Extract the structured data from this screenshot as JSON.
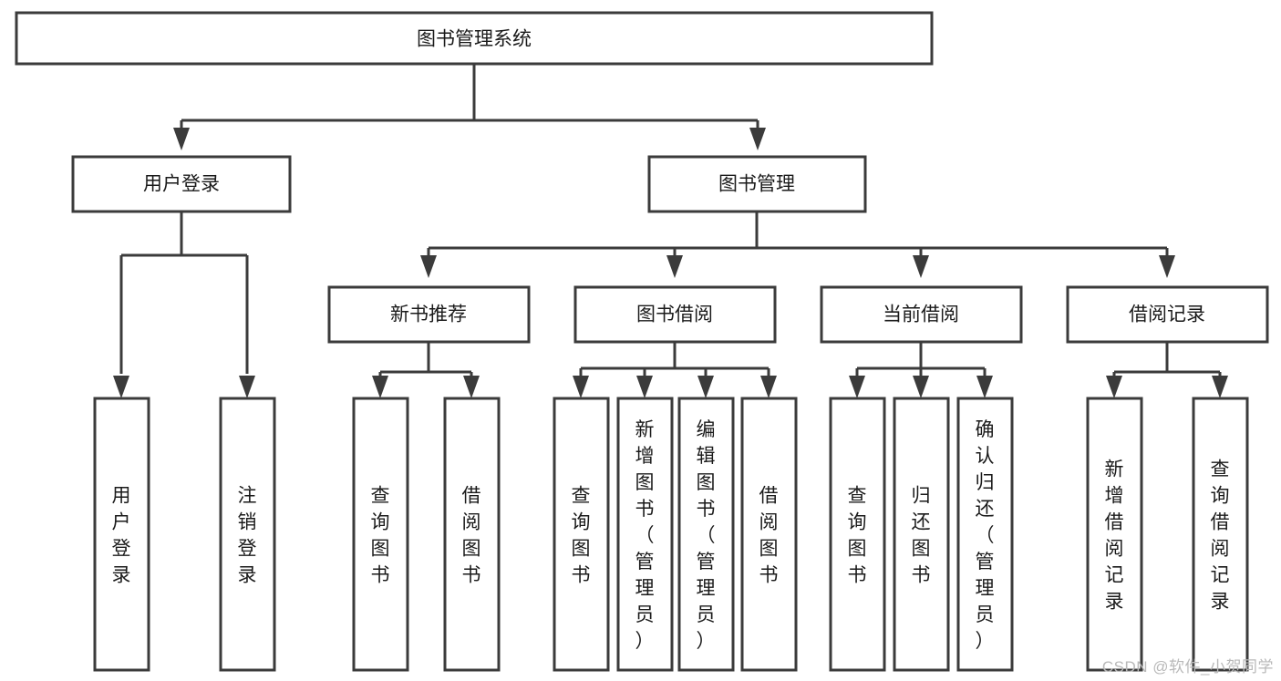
{
  "diagram": {
    "type": "tree-hierarchy",
    "title": "图书管理系统",
    "watermark": "CSDN @软件_小贺同学",
    "colors": {
      "stroke": "#3b3b3b",
      "fill": "#ffffff",
      "text": "#1a1a1a",
      "watermark": "#b9b9b9"
    },
    "levels": [
      {
        "level": 1,
        "nodes": [
          {
            "id": "root",
            "label": "图书管理系统",
            "orientation": "horizontal"
          }
        ]
      },
      {
        "level": 2,
        "nodes": [
          {
            "id": "login",
            "label": "用户登录",
            "orientation": "horizontal",
            "parent": "root"
          },
          {
            "id": "bookmgmt",
            "label": "图书管理",
            "orientation": "horizontal",
            "parent": "root"
          }
        ]
      },
      {
        "level": 3,
        "nodes": [
          {
            "id": "newbook",
            "label": "新书推荐",
            "orientation": "horizontal",
            "parent": "bookmgmt"
          },
          {
            "id": "borrow",
            "label": "图书借阅",
            "orientation": "horizontal",
            "parent": "bookmgmt"
          },
          {
            "id": "current",
            "label": "当前借阅",
            "orientation": "horizontal",
            "parent": "bookmgmt"
          },
          {
            "id": "record",
            "label": "借阅记录",
            "orientation": "horizontal",
            "parent": "bookmgmt"
          }
        ]
      },
      {
        "level": 4,
        "nodes": [
          {
            "id": "leaf-1",
            "label": "用户登录",
            "orientation": "vertical",
            "parent": "login"
          },
          {
            "id": "leaf-2",
            "label": "注销登录",
            "orientation": "vertical",
            "parent": "login"
          },
          {
            "id": "leaf-3",
            "label": "查询图书",
            "orientation": "vertical",
            "parent": "newbook"
          },
          {
            "id": "leaf-4",
            "label": "借阅图书",
            "orientation": "vertical",
            "parent": "newbook"
          },
          {
            "id": "leaf-5",
            "label": "查询图书",
            "orientation": "vertical",
            "parent": "borrow"
          },
          {
            "id": "leaf-6",
            "label": "新增图书（管理员）",
            "orientation": "vertical",
            "parent": "borrow"
          },
          {
            "id": "leaf-7",
            "label": "编辑图书（管理员）",
            "orientation": "vertical",
            "parent": "borrow"
          },
          {
            "id": "leaf-8",
            "label": "借阅图书",
            "orientation": "vertical",
            "parent": "borrow"
          },
          {
            "id": "leaf-9",
            "label": "查询图书",
            "orientation": "vertical",
            "parent": "current"
          },
          {
            "id": "leaf-10",
            "label": "归还图书",
            "orientation": "vertical",
            "parent": "current"
          },
          {
            "id": "leaf-11",
            "label": "确认归还（管理员）",
            "orientation": "vertical",
            "parent": "current"
          },
          {
            "id": "leaf-12",
            "label": "新增借阅记录",
            "orientation": "vertical",
            "parent": "record"
          },
          {
            "id": "leaf-13",
            "label": "查询借阅记录",
            "orientation": "vertical",
            "parent": "record"
          }
        ]
      }
    ]
  }
}
